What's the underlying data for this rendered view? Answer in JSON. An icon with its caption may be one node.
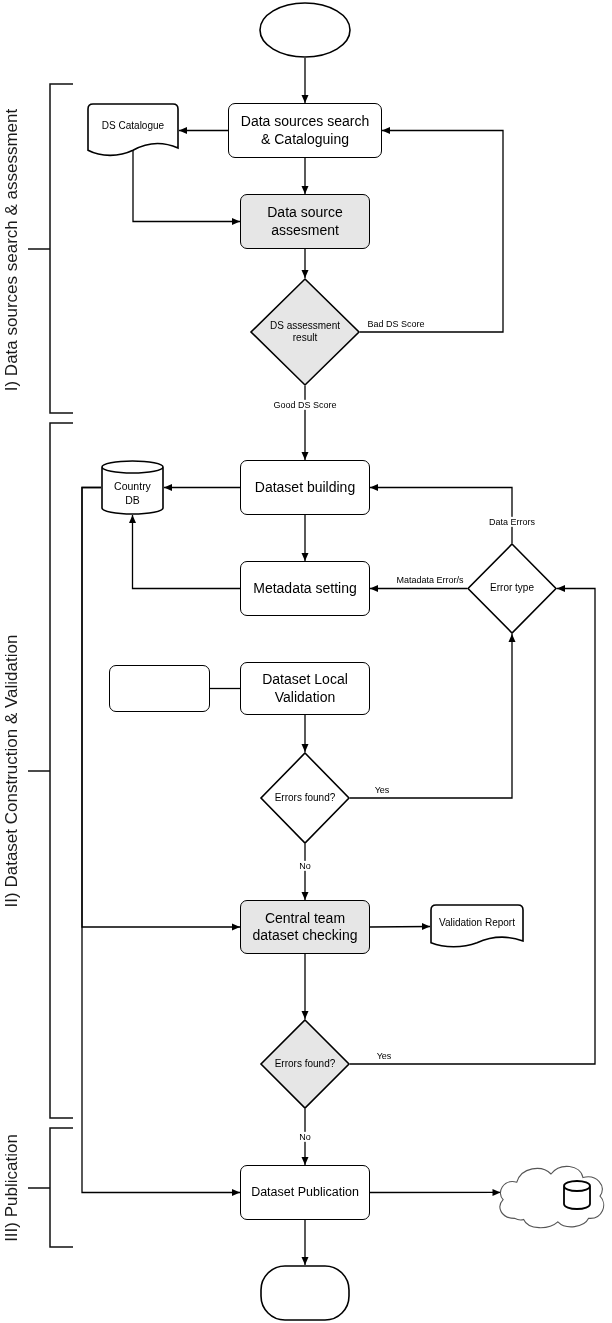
{
  "diagram": {
    "nodes": [
      {
        "text": [],
        "shape": "ellipse"
      },
      {
        "text": [
          "Data sources search & Cataloguing"
        ]
      },
      {
        "text": [
          "DS Catalogue"
        ]
      },
      {
        "text": [
          "Data source assesment"
        ]
      },
      {
        "text": [
          "DS assessment result"
        ]
      },
      {
        "text": [
          "Country DB"
        ]
      },
      {
        "text": [
          "Dataset building"
        ]
      },
      {
        "text": [
          "Metadata setting"
        ]
      },
      {
        "text": [
          "Error type"
        ]
      },
      {
        "text": [],
        "shape": "box"
      },
      {
        "text": [
          "Dataset Local Validation"
        ]
      },
      {
        "text": [
          "Errors found?"
        ]
      },
      {
        "text": [
          "Central team dataset checking"
        ]
      },
      {
        "text": [
          "Validation Report"
        ]
      },
      {
        "text": [
          "Errors found?"
        ]
      },
      {
        "text": [
          "Dataset Publication"
        ]
      },
      {
        "text": [],
        "shape": "cloud"
      },
      {
        "text": [],
        "shape": "stadium"
      }
    ],
    "edges": [
      {
        "from": 0,
        "to": 1,
        "arrow": "to"
      },
      {
        "from": 1,
        "to": 2,
        "arrow": "to"
      },
      {
        "from": 2,
        "to": 3,
        "arrow": "to"
      },
      {
        "from": 1,
        "to": 3,
        "arrow": "to"
      },
      {
        "from": 3,
        "to": 4,
        "arrow": "to"
      },
      {
        "from": 4,
        "to": 1,
        "arrow": "to",
        "label": "Bad DS Score"
      },
      {
        "from": 4,
        "to": 6,
        "arrow": "to",
        "label": "Good DS Score"
      },
      {
        "from": 6,
        "to": 5,
        "arrow": "to"
      },
      {
        "from": 6,
        "to": 7,
        "arrow": "to"
      },
      {
        "from": 7,
        "to": 5,
        "arrow": "to"
      },
      {
        "from": 8,
        "to": 6,
        "arrow": "to",
        "label": "Data Errors"
      },
      {
        "from": 8,
        "to": 7,
        "arrow": "to",
        "label": "Matadata Error/s"
      },
      {
        "from": 9,
        "to": 10,
        "arrow": "none"
      },
      {
        "from": 10,
        "to": 11,
        "arrow": "to"
      },
      {
        "from": 11,
        "to": 8,
        "arrow": "to",
        "label": "Yes"
      },
      {
        "from": 11,
        "to": 12,
        "arrow": "to",
        "label": "No"
      },
      {
        "from": 12,
        "to": 13,
        "arrow": "to"
      },
      {
        "from": 12,
        "to": 14,
        "arrow": "to"
      },
      {
        "from": 14,
        "to": 8,
        "arrow": "to",
        "label": "Yes"
      },
      {
        "from": 14,
        "to": 15,
        "arrow": "to",
        "label": "No"
      },
      {
        "from": 15,
        "to": 16,
        "arrow": "to"
      },
      {
        "from": 15,
        "to": 17,
        "arrow": "to"
      },
      {
        "from": 5,
        "to": 12,
        "arrow": "to"
      },
      {
        "from": 5,
        "to": 15,
        "arrow": "to"
      }
    ],
    "labels": [
      "I) Data sources search & assessment",
      "II) Dataset Construction & Validation",
      "III) Publication"
    ]
  }
}
